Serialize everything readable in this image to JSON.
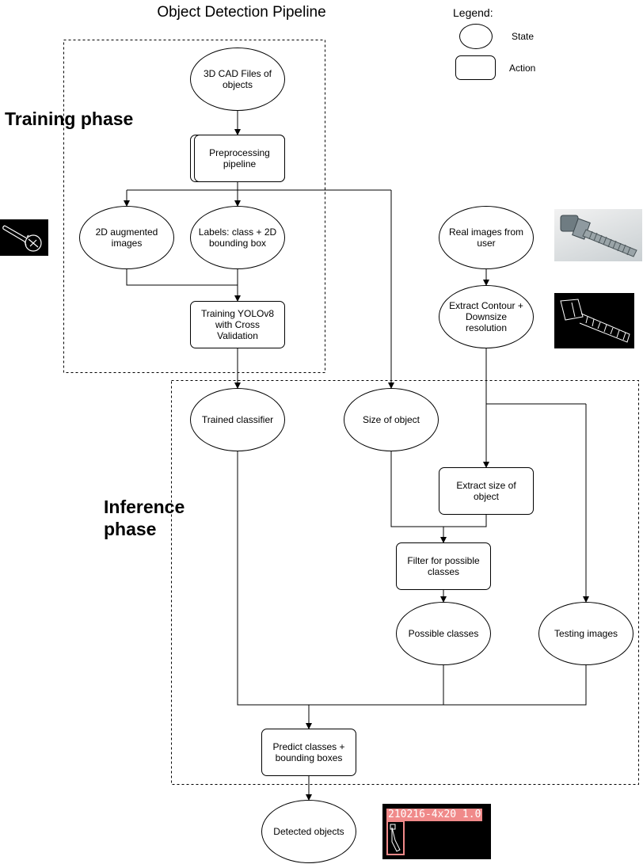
{
  "title": "Object Detection Pipeline",
  "legend": {
    "title": "Legend:",
    "state_label": "State",
    "action_label": "Action"
  },
  "phases": {
    "training": "Training phase",
    "inference_line1": "Inference",
    "inference_line2": "phase"
  },
  "nodes": {
    "cad_files": "3D CAD Files of objects",
    "preprocessing": "Preprocessing pipeline",
    "augmented_images": "2D augmented images",
    "labels": "Labels: class + 2D bounding box",
    "training_yolo": "Training YOLOv8 with Cross Validation",
    "real_images": "Real images from user",
    "extract_contour": "Extract Contour + Downsize resolution",
    "trained_classifier": "Trained classifier",
    "size_of_object": "Size of object",
    "extract_size": "Extract size of object",
    "filter_classes": "Filter for possible classes",
    "possible_classes": "Possible classes",
    "testing_images": "Testing images",
    "predict": "Predict classes + bounding boxes",
    "detected_objects": "Detected objects"
  },
  "detection_label": "210216-4x20 1.0"
}
